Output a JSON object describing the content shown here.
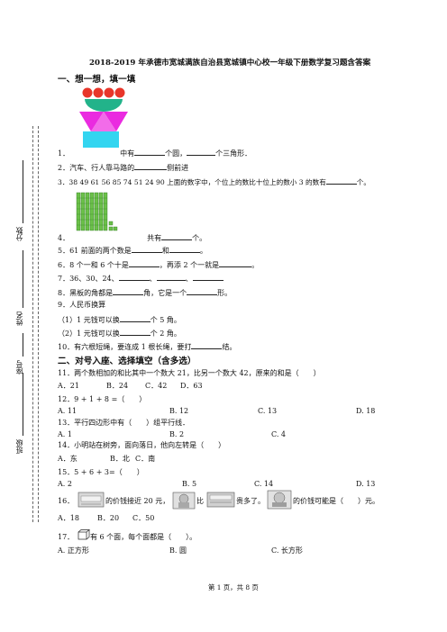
{
  "title": "2018-2019 年承德市宽城满族自治县宽城镇中心校一年级下册数学复习题含答案",
  "section1": "一、想一想，填一填",
  "section2": "二、对号入座、选择填空（含多选）",
  "binding": {
    "score_label": "分数",
    "name_label": "姓名",
    "id_label": "座号",
    "class_label": "班级"
  },
  "q1": {
    "num": "1．",
    "a": "中有",
    "b": "个圆，",
    "c": "个三角形．"
  },
  "q2": {
    "text": "2．汽车、行人靠马路的",
    "tail": "侧前进"
  },
  "q3": {
    "text": "3．38  49  61  56  85  74  51  24  90 上面的数字中，个位上的数比十位上的数小 3 的数有",
    "tail": "个。"
  },
  "q4": {
    "num": "4．",
    "a": "共有",
    "b": "个。"
  },
  "q5": {
    "text": "5．61 前面的两个数是",
    "mid": "和",
    "tail": "。"
  },
  "q6": {
    "text": "6．8 个一和 6 个十是",
    "mid": "，再添 2 个一就是",
    "tail": "。"
  },
  "q7": {
    "text": "7．36、30、24、",
    "sep1": "、",
    "sep2": "、"
  },
  "q8": {
    "text": "8．黑板的角都是",
    "mid": "角，它是一个",
    "tail": "形。"
  },
  "q9": {
    "text": "9．人民币换算"
  },
  "q9a": {
    "text": "（1）1 元钱可以换",
    "tail": "个 5 角。"
  },
  "q9b": {
    "text": "（2）1 元钱可以换",
    "tail": "个 2 角。"
  },
  "q10": {
    "text": "10．有六根短绳，要连成 1 根长绳，要打",
    "tail": "结。"
  },
  "q11": {
    "text": "11．两个数相加的和比其中一个数大 21，比另一个数大 42，原来的和是（　　）",
    "options": [
      "A．21",
      "B．24",
      "C．42",
      "D．63"
    ]
  },
  "q12": {
    "text": "12．9 + 1 + 8 =（　　）",
    "options": [
      "A. 11",
      "B. 12",
      "C. 13",
      "D. 18"
    ]
  },
  "q13": {
    "text": "13．平行四边形中有（　　）组平行线．",
    "options": [
      "A. 1",
      "B. 2",
      "C. 4"
    ]
  },
  "q14": {
    "text": "14．小明站在树旁，面向落日，他向左转是（　　）",
    "options": [
      "A．东",
      "B．北",
      "C．南"
    ]
  },
  "q15": {
    "text": "15．5 + 6 + 3=（　　）",
    "options": [
      "A. 2",
      "B. 5",
      "C. 14",
      "D. 13"
    ]
  },
  "q16": {
    "a": "16．",
    "b": "的价钱接近 20 元，",
    "c": "比",
    "d": "贵多了。",
    "e": "的价钱可能是（　　）元。",
    "options": [
      "A．18",
      "B．20",
      "C．50"
    ]
  },
  "q17": {
    "a": "17．",
    "b": "有 6 个面，每个面都是（　　）。",
    "options": [
      "A. 正方形",
      "B. 圆",
      "C. 长方形"
    ]
  },
  "footer": "第 1 页，共 8 页",
  "colors": {
    "circle": "#e8362a",
    "triangle": "#ea2be0",
    "square": "#33d5f0",
    "cube": "#6cc04a"
  }
}
